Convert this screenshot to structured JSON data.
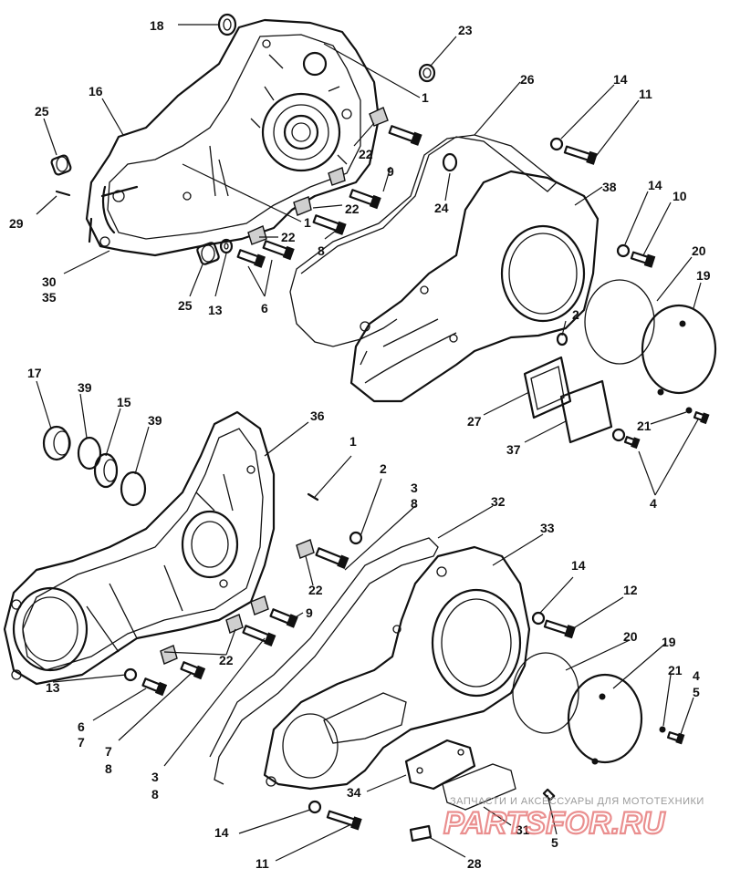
{
  "watermark": {
    "tagline": "ЗАПЧАСТИ И АКСЕССУАРЫ ДЛЯ МОТОТЕХНИКИ",
    "logo": "PARTSFOR.RU",
    "color": "#e36a6a"
  },
  "callouts": {
    "c18": "18",
    "c23": "23",
    "c1a": "1",
    "c26": "26",
    "c16": "16",
    "c25a": "25",
    "c14a": "14",
    "c11a": "11",
    "c22a": "22",
    "c9a": "9",
    "c22b": "22",
    "c1b": "1",
    "c24": "24",
    "c38": "38",
    "c14b": "14",
    "c10": "10",
    "c29": "29",
    "c22c": "22",
    "c8a": "8",
    "c30": "30",
    "c35": "35",
    "c25b": "25",
    "c13a": "13",
    "c6a": "6",
    "c20a": "20",
    "c19a": "19",
    "c2a": "2",
    "c17": "17",
    "c39a": "39",
    "c15": "15",
    "c39b": "39",
    "c36": "36",
    "c27": "27",
    "c21a": "21",
    "c37": "37",
    "c4a": "4",
    "c1c": "1",
    "c2b": "2",
    "c3a": "3",
    "c8b": "8",
    "c32": "32",
    "c33": "33",
    "c22d": "22",
    "c14c": "14",
    "c12": "12",
    "c9b": "9",
    "c22e": "22",
    "c20b": "20",
    "c19b": "19",
    "c13b": "13",
    "c6b": "6",
    "c7a": "7",
    "c21b": "21",
    "c4b": "4",
    "c5a": "5",
    "c7b": "7",
    "c8c": "8",
    "c3b": "3",
    "c8d": "8",
    "c34": "34",
    "c14d": "14",
    "c31": "31",
    "c5b": "5",
    "c11b": "11",
    "c28": "28"
  }
}
